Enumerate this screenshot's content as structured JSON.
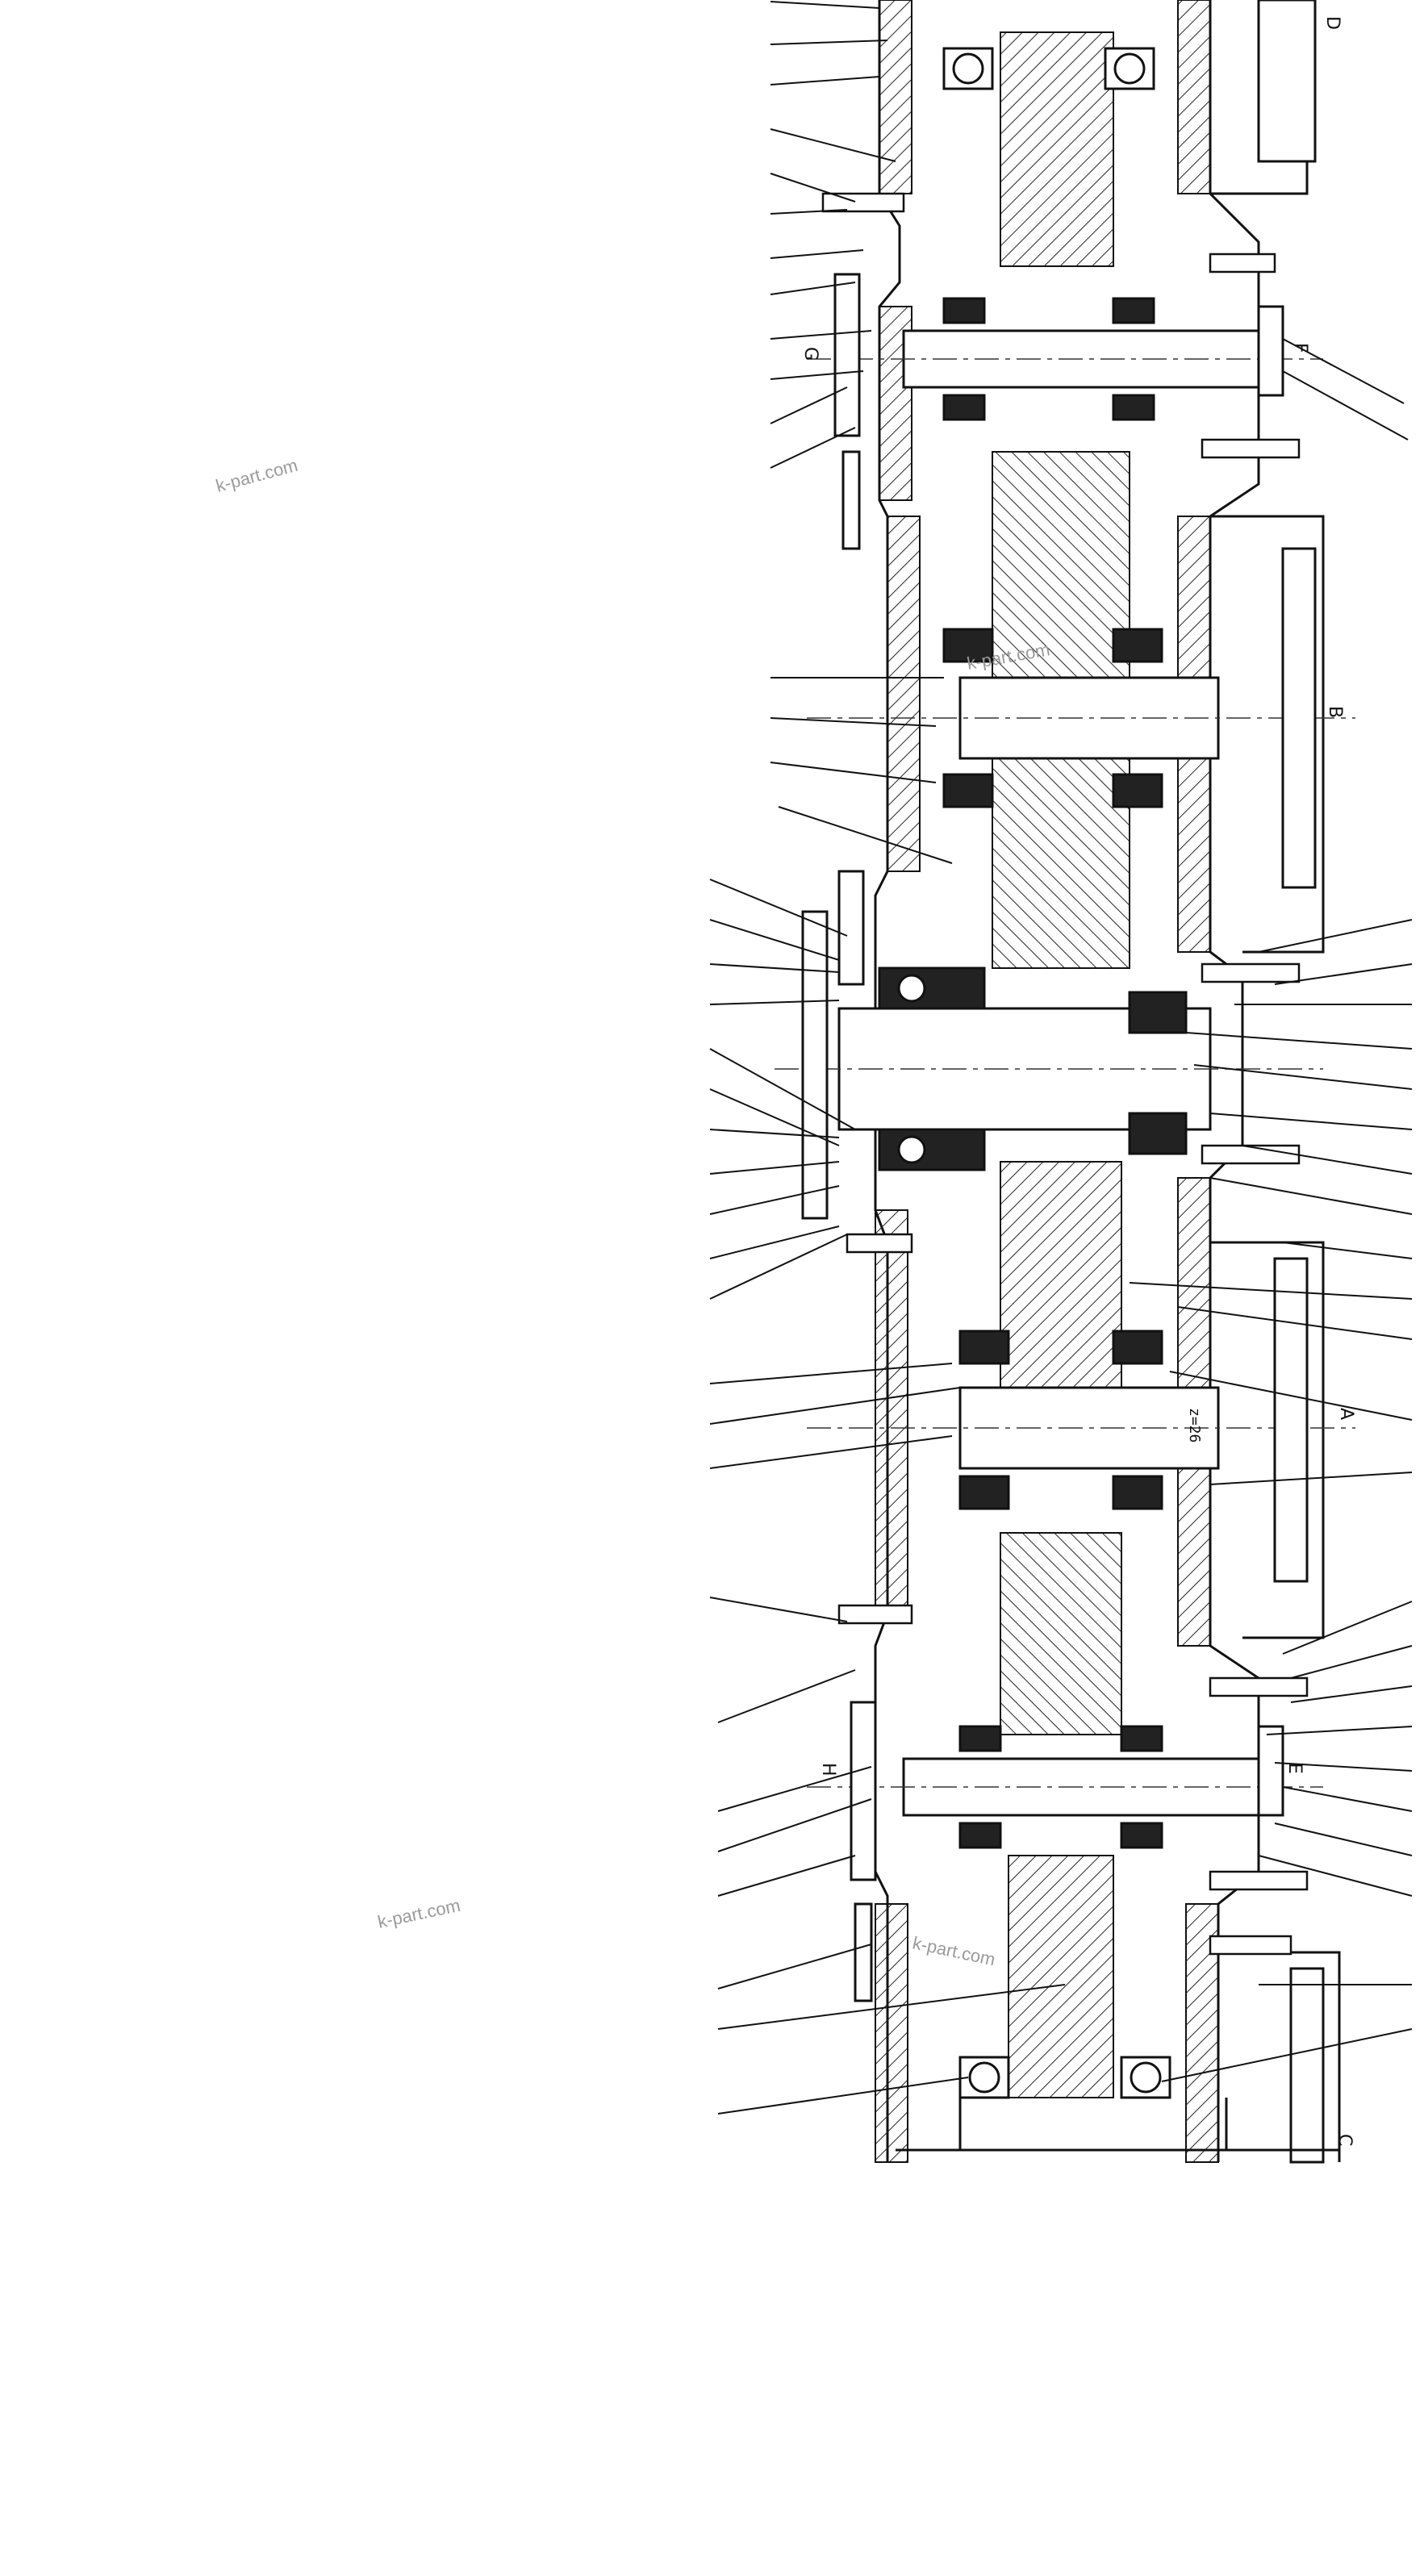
{
  "watermarks": [
    "k-part.com",
    "k-part.com",
    "k-part.com",
    "k-part.com"
  ],
  "section_marks": {
    "d_top": "D",
    "g": "G",
    "f": "F",
    "b": "B",
    "a": "A",
    "h": "H",
    "e": "E",
    "c_bottom": "C"
  },
  "gear_note": "z=26"
}
